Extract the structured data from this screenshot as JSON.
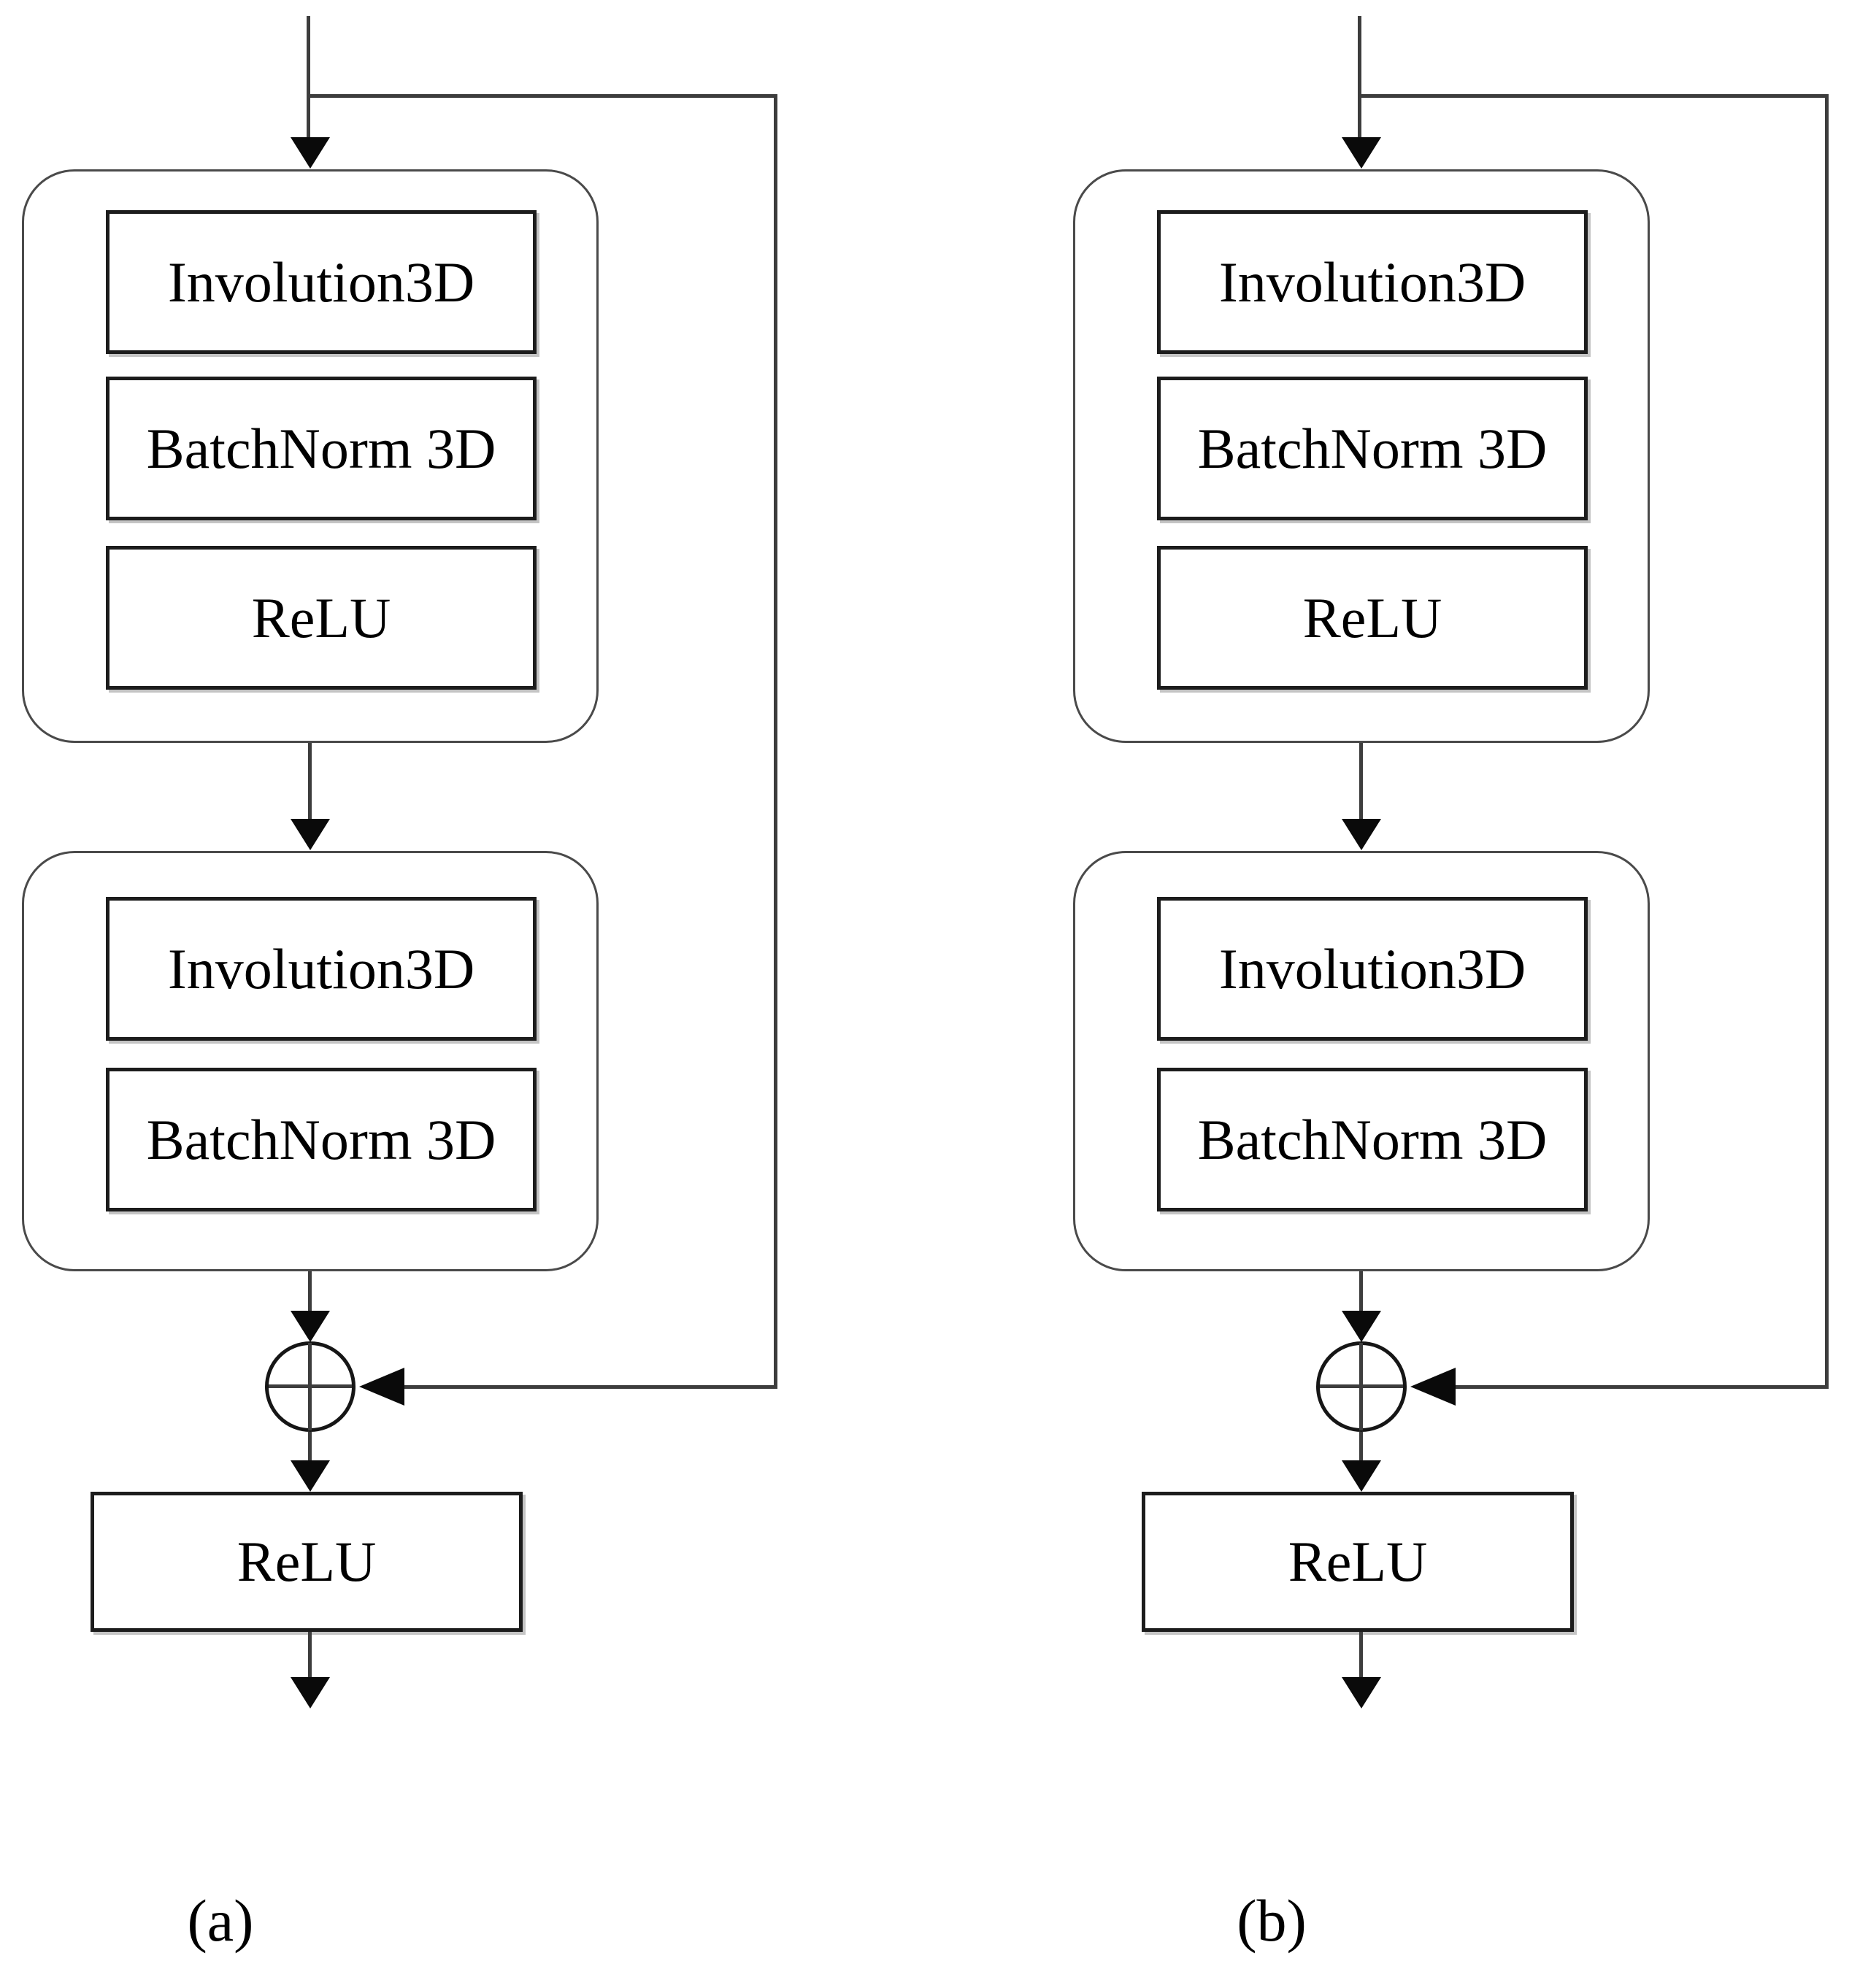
{
  "figure": {
    "type": "residual-block-diagram",
    "background_color": "#ffffff",
    "line_color": "#3d3d3d",
    "arrowhead_color": "#0a0a0a",
    "layer_box_border_color": "#1c1c1c",
    "group_border_color": "#4a4a4a",
    "text_color": "#000000",
    "add_node_symbol": "circled-plus",
    "panels": [
      {
        "label": "(a)",
        "group1": {
          "layer1": "Involution3D",
          "layer2": "BatchNorm 3D",
          "layer3": "ReLU"
        },
        "group2": {
          "layer1": "Involution3D",
          "layer2": "BatchNorm 3D"
        },
        "output_layer": "ReLU",
        "skip_connection": "identity shortcut into add node"
      },
      {
        "label": "(b)",
        "group1": {
          "layer1": "Involution3D",
          "layer2": "BatchNorm 3D",
          "layer3": "ReLU"
        },
        "group2": {
          "layer1": "Involution3D",
          "layer2": "BatchNorm 3D"
        },
        "output_layer": "ReLU",
        "skip_connection": "identity shortcut into add node"
      }
    ]
  }
}
